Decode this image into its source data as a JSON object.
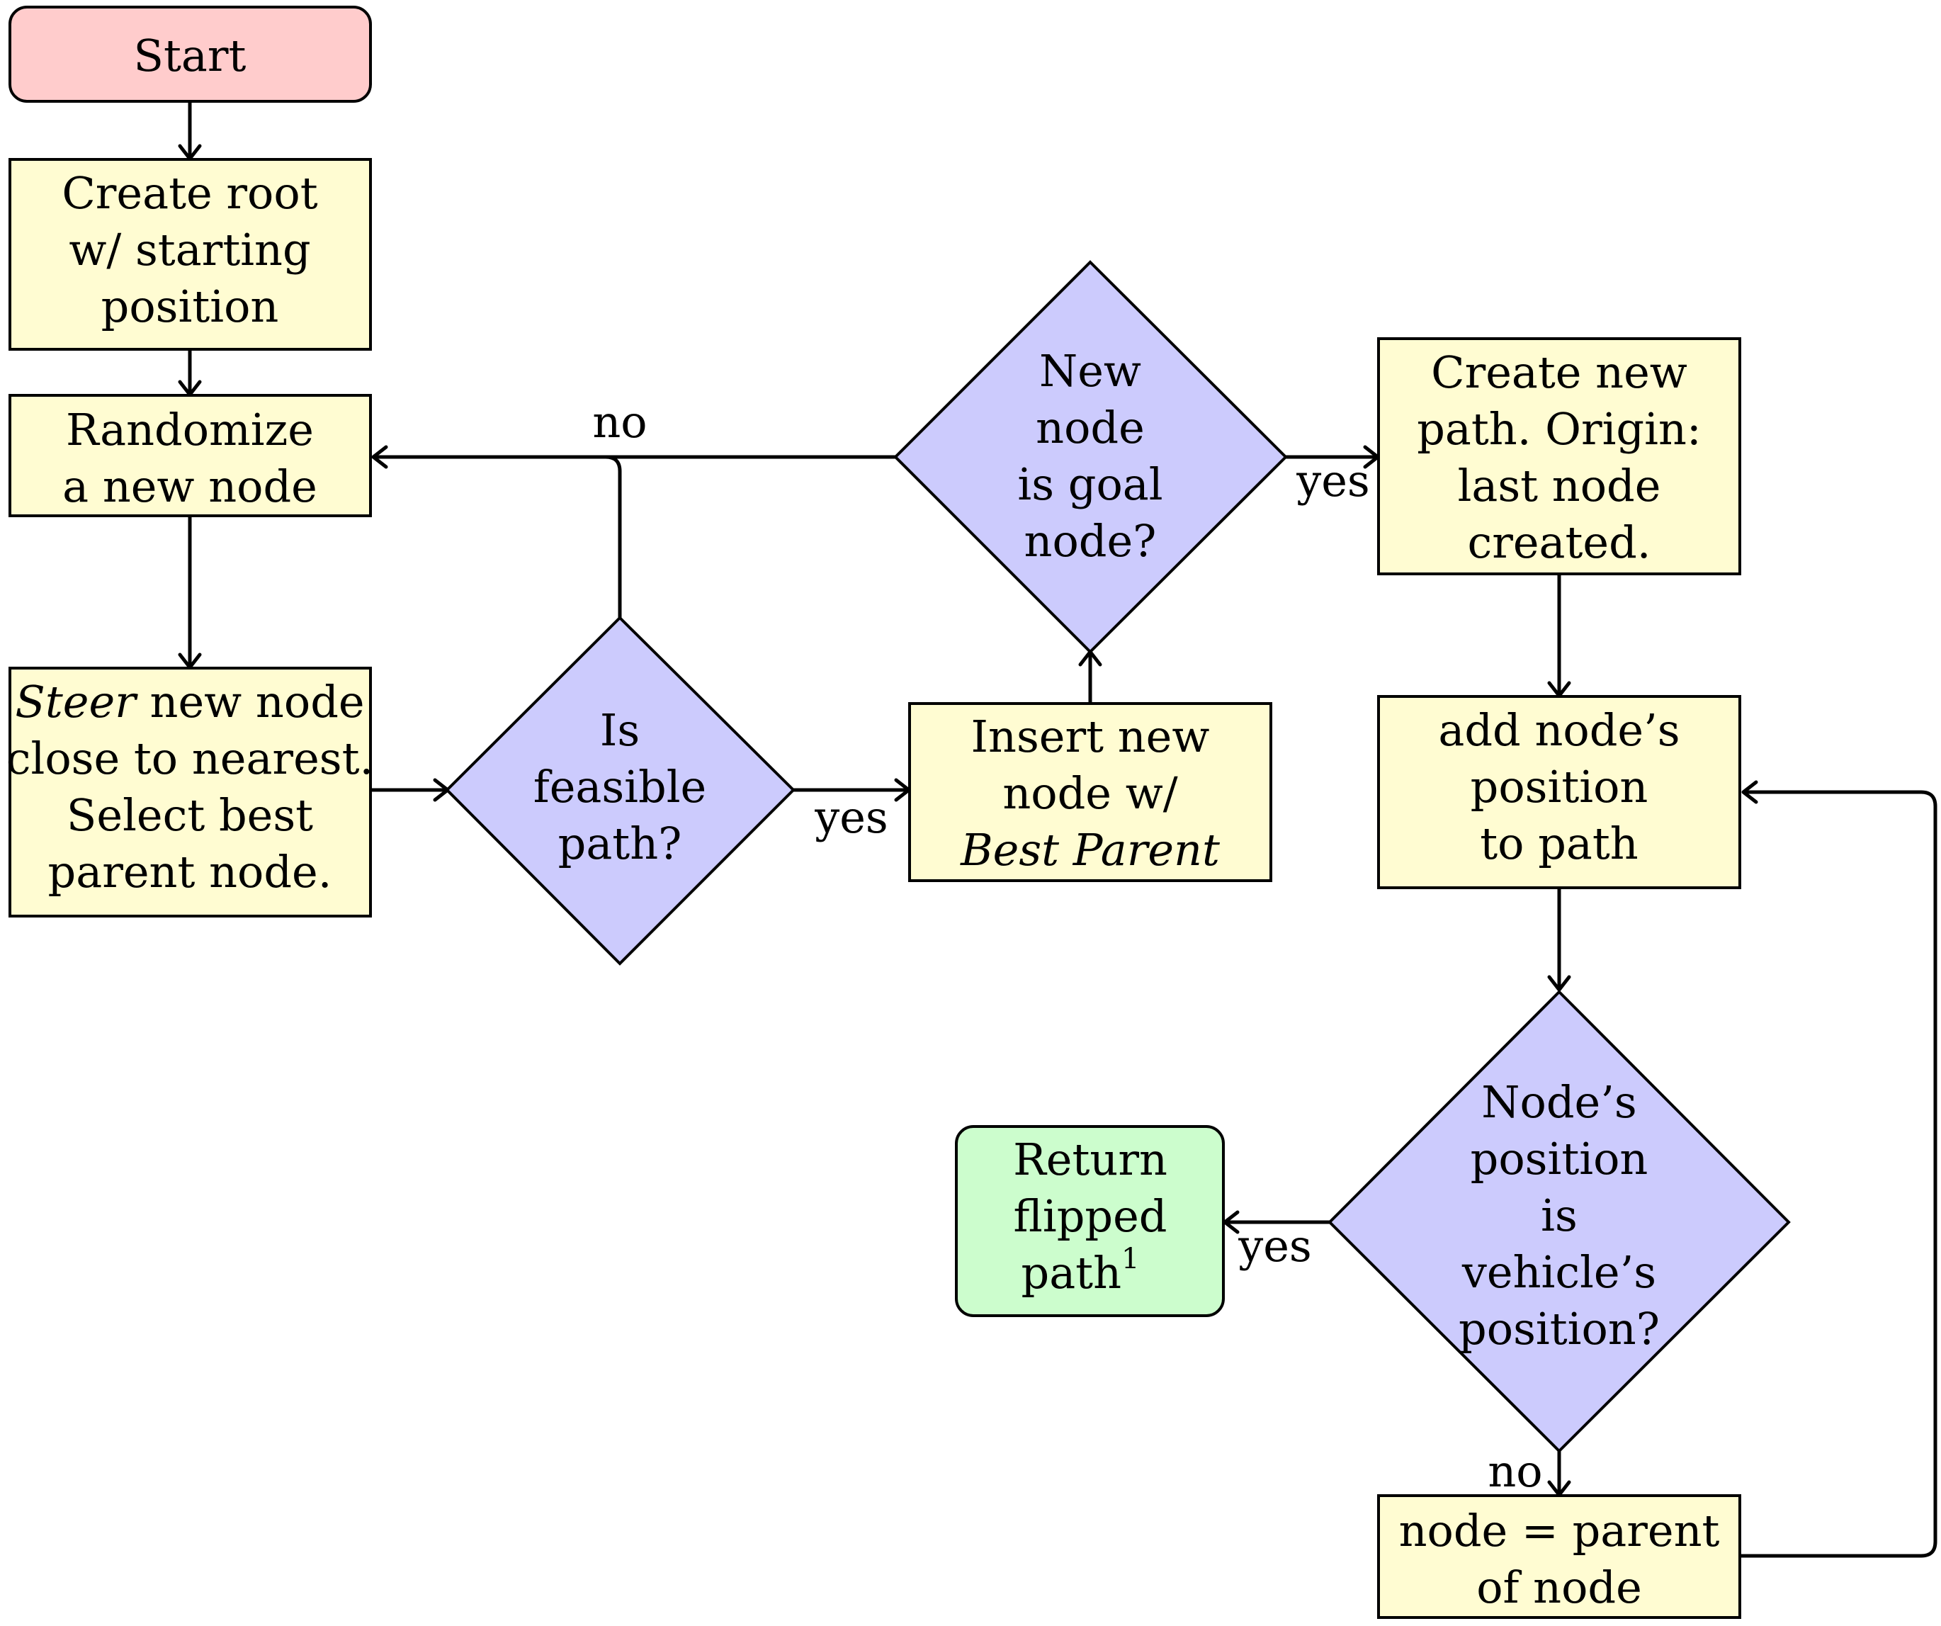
{
  "colors": {
    "start_fill": "#ffcccc",
    "process_fill": "#fffcd2",
    "decision_fill": "#cccbfd",
    "end_fill": "#ccfdcd",
    "stroke": "#000000"
  },
  "nodes": {
    "start": {
      "lines": [
        "Start"
      ]
    },
    "create_root": {
      "lines": [
        "Create root",
        "w/ starting",
        "position"
      ]
    },
    "randomize": {
      "lines": [
        "Randomize",
        "a new node"
      ]
    },
    "steer": {
      "line1_italic": "Steer",
      "line1_rest": " new node",
      "lines": [
        "close to nearest.",
        "Select best",
        "parent node."
      ]
    },
    "is_feasible": {
      "lines": [
        "Is",
        "feasible",
        "path?"
      ]
    },
    "insert": {
      "lines": [
        "Insert new",
        "node w/"
      ],
      "italic_line": "Best Parent"
    },
    "is_goal": {
      "lines": [
        "New",
        "node",
        "is goal",
        "node?"
      ]
    },
    "create_path": {
      "lines": [
        "Create new",
        "path.  Origin:",
        "last node",
        "created."
      ]
    },
    "add_position": {
      "lines": [
        "add node’s",
        "position",
        "to path"
      ]
    },
    "is_vehicle": {
      "lines": [
        "Node’s",
        "position",
        "is",
        "vehicle’s",
        "position?"
      ]
    },
    "return_path": {
      "lines": [
        "Return",
        "flipped"
      ],
      "last_line": "path",
      "superscript": "1"
    },
    "node_parent": {
      "lines": [
        "node = parent",
        "of node"
      ]
    }
  },
  "edge_labels": {
    "feasible_yes": "yes",
    "goal_no": "no",
    "goal_yes": "yes",
    "vehicle_yes": "yes",
    "vehicle_no": "no"
  }
}
